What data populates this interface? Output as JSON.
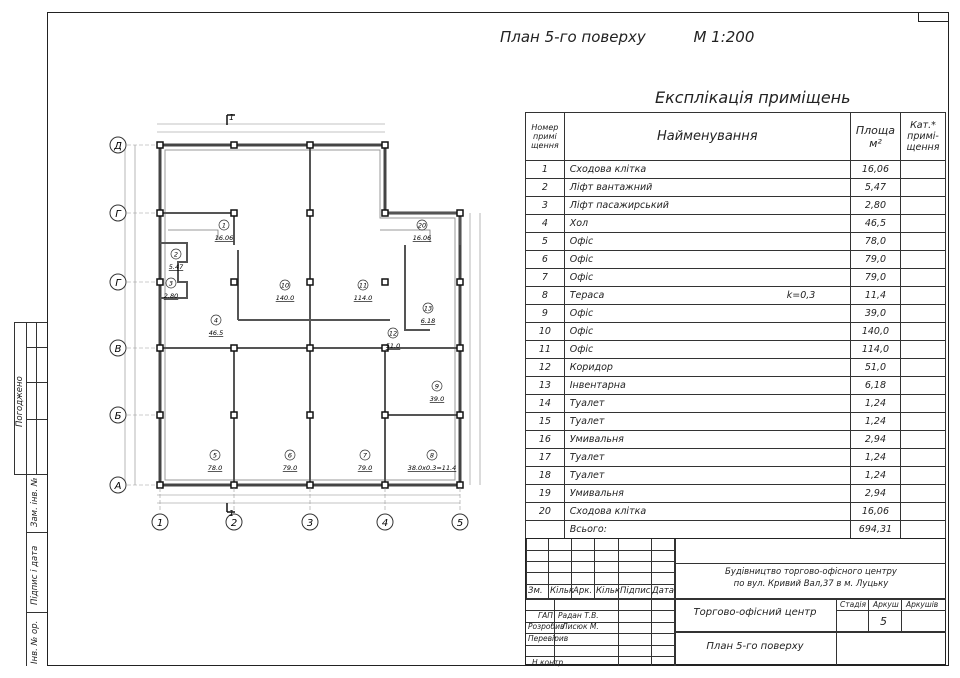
{
  "header": {
    "plan_title": "План 5-го поверху",
    "scale": "М 1:200"
  },
  "explication": {
    "title": "Експлікація приміщень",
    "headers": {
      "number": "Номер примі щення",
      "name": "Найменування",
      "area": "Площа м²",
      "category": "Кат.* примі- щення"
    },
    "rows": [
      {
        "n": "1",
        "name": "Сходова клітка",
        "area": "16,06"
      },
      {
        "n": "2",
        "name": "Ліфт вантажний",
        "area": "5,47"
      },
      {
        "n": "3",
        "name": "Ліфт пасажирський",
        "area": "2,80"
      },
      {
        "n": "4",
        "name": "Хол",
        "area": "46,5"
      },
      {
        "n": "5",
        "name": "Офіс",
        "area": "78,0"
      },
      {
        "n": "6",
        "name": "Офіс",
        "area": "79,0"
      },
      {
        "n": "7",
        "name": "Офіс",
        "area": "79,0"
      },
      {
        "n": "8",
        "name": "Тераса",
        "note": "k=0,3",
        "area": "11,4"
      },
      {
        "n": "9",
        "name": "Офіс",
        "area": "39,0"
      },
      {
        "n": "10",
        "name": "Офіс",
        "area": "140,0"
      },
      {
        "n": "11",
        "name": "Офіс",
        "area": "114,0"
      },
      {
        "n": "12",
        "name": "Коридор",
        "area": "51,0"
      },
      {
        "n": "13",
        "name": "Інвентарна",
        "area": "6,18"
      },
      {
        "n": "14",
        "name": "Туалет",
        "area": "1,24"
      },
      {
        "n": "15",
        "name": "Туалет",
        "area": "1,24"
      },
      {
        "n": "16",
        "name": "Умивальня",
        "area": "2,94"
      },
      {
        "n": "17",
        "name": "Туалет",
        "area": "1,24"
      },
      {
        "n": "18",
        "name": "Туалет",
        "area": "1,24"
      },
      {
        "n": "19",
        "name": "Умивальня",
        "area": "2,94"
      },
      {
        "n": "20",
        "name": "Сходова клітка",
        "area": "16,06"
      }
    ],
    "total_label": "Всього:",
    "total": "694,31"
  },
  "title_block": {
    "cols": [
      "Зм.",
      "Кільк",
      "Арк.",
      "Кільк",
      "Підпис",
      "Дата"
    ],
    "project": "Будівництво торгово-офісного центру",
    "address": "по вул. Кривий Вал,37 в м. Луцьку",
    "building": "Торгово-офісний центр",
    "sheet_title": "План  5-го поверху",
    "stage_label": "Стадія",
    "sheet_label": "Аркуш",
    "sheets_label": "Аркушів",
    "sheet": "5",
    "roles": [
      "ГАП",
      "Розробив",
      "Перевірив",
      "Н.контр."
    ],
    "names": [
      "Радан Т.В.",
      "Лисюк М."
    ]
  },
  "stamp": {
    "agreed": "Погоджено",
    "inv_replace": "Зам. інв. №",
    "sign_date": "Підпис і дата",
    "inv_orig": "Інв. № ор."
  },
  "plan": {
    "axes_rows": [
      "Д",
      "Г",
      "Г",
      "В",
      "Б",
      "А"
    ],
    "axes_cols": [
      "1",
      "2",
      "3",
      "4",
      "5"
    ],
    "section_mark": "1",
    "rooms": [
      {
        "n": "1",
        "area": "16.06"
      },
      {
        "n": "2",
        "area": "5.47"
      },
      {
        "n": "3",
        "area": "2.80"
      },
      {
        "n": "4",
        "area": "46.5"
      },
      {
        "n": "5",
        "area": "78.0"
      },
      {
        "n": "6",
        "area": "79.0"
      },
      {
        "n": "7",
        "area": "79.0"
      },
      {
        "n": "8",
        "area": "38.0x0.3=11.4"
      },
      {
        "n": "9",
        "area": "39.0"
      },
      {
        "n": "10",
        "area": "140.0"
      },
      {
        "n": "11",
        "area": "114.0"
      },
      {
        "n": "12",
        "area": "51.0"
      },
      {
        "n": "13",
        "area": "6.18"
      },
      {
        "n": "20",
        "area": "16.06"
      }
    ]
  }
}
